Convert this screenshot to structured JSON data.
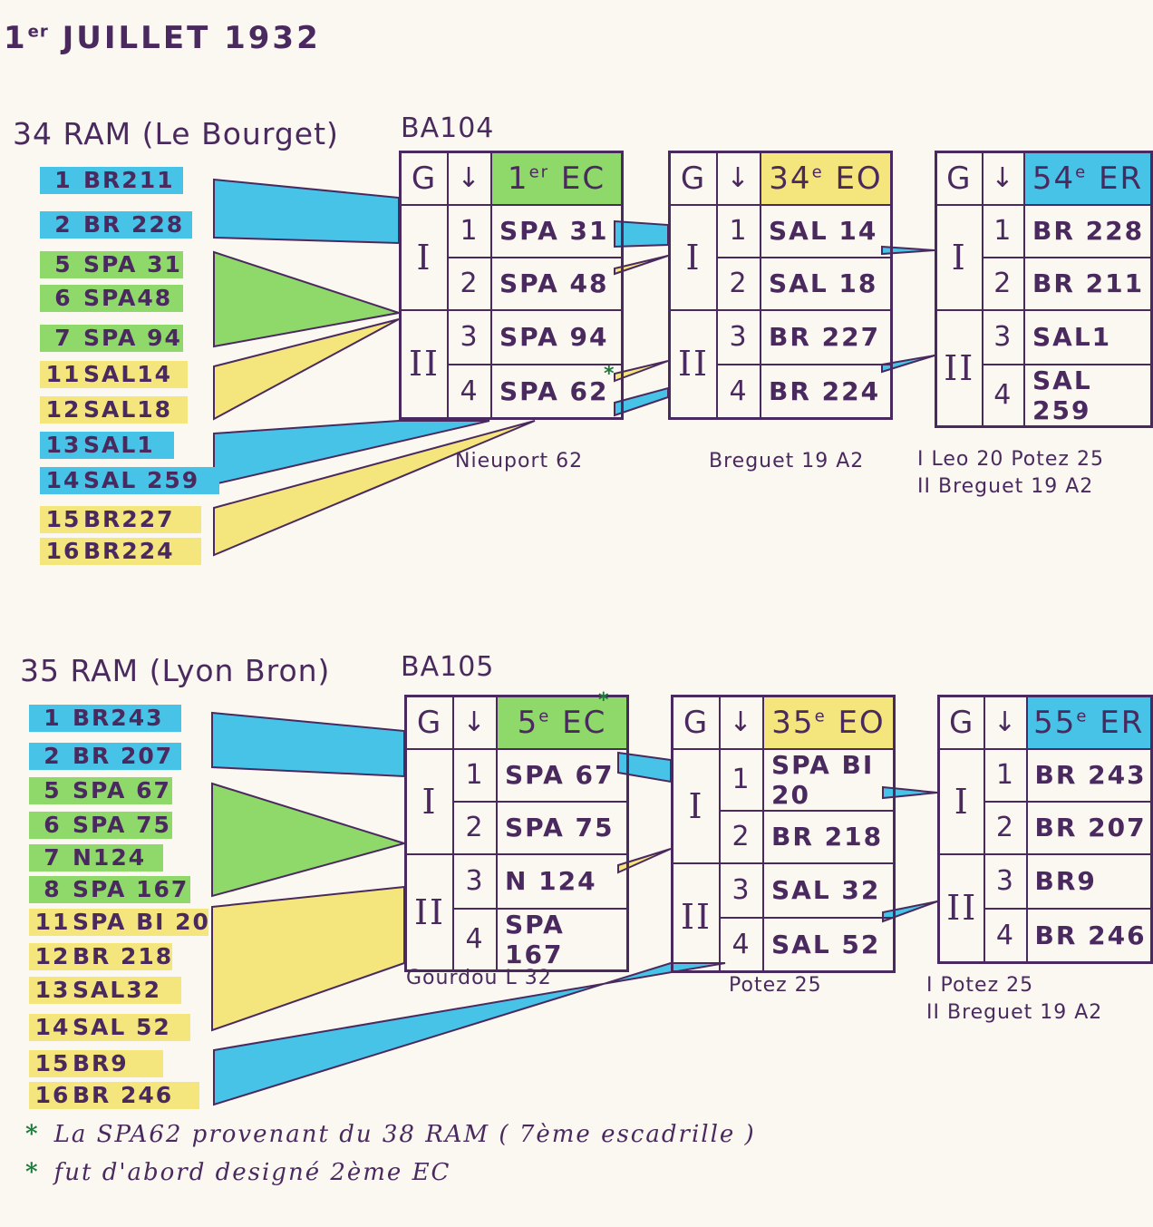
{
  "title": {
    "sup": "er",
    "num": "1",
    "text": "JUILLET 1932"
  },
  "colors": {
    "blue": "#46c3e6",
    "green": "#8fd86a",
    "yellow": "#f4e57c",
    "ink": "#4a2a5e",
    "star": "#1e7a3c"
  },
  "sections": [
    {
      "title": "34 RAM (Le Bourget)",
      "base": "BA104",
      "left": [
        {
          "num": "1",
          "name": "BR211",
          "color": "blue"
        },
        {
          "num": "2",
          "name": "BR 228",
          "color": "blue"
        },
        {
          "num": "5",
          "name": "SPA 31",
          "color": "green"
        },
        {
          "num": "6",
          "name": "SPA48",
          "color": "green"
        },
        {
          "num": "7",
          "name": "SPA 94",
          "color": "green"
        },
        {
          "num": "11",
          "name": "SAL14",
          "color": "yellow"
        },
        {
          "num": "12",
          "name": "SAL18",
          "color": "yellow"
        },
        {
          "num": "13",
          "name": "SAL1",
          "color": "blue"
        },
        {
          "num": "14",
          "name": "SAL 259",
          "color": "blue"
        },
        {
          "num": "15",
          "name": "BR227",
          "color": "yellow"
        },
        {
          "num": "16",
          "name": "BR224",
          "color": "yellow"
        }
      ],
      "tables": [
        {
          "g": "G",
          "arrow": "↓",
          "header": "EC",
          "header_num": "1",
          "header_sup": "er",
          "header_color": "green",
          "groups": [
            "I",
            "II"
          ],
          "rows": [
            {
              "n": "1",
              "label": "SPA 31"
            },
            {
              "n": "2",
              "label": "SPA 48"
            },
            {
              "n": "3",
              "label": "SPA 94"
            },
            {
              "n": "4",
              "label": "SPA 62"
            }
          ],
          "star": "*",
          "caption": [
            "Nieuport 62"
          ]
        },
        {
          "g": "G",
          "arrow": "↓",
          "header": "EO",
          "header_num": "34",
          "header_sup": "e",
          "header_color": "yellow",
          "groups": [
            "I",
            "II"
          ],
          "rows": [
            {
              "n": "1",
              "label": "SAL 14"
            },
            {
              "n": "2",
              "label": "SAL 18"
            },
            {
              "n": "3",
              "label": "BR 227"
            },
            {
              "n": "4",
              "label": "BR 224"
            }
          ],
          "caption": [
            "Breguet 19 A2"
          ]
        },
        {
          "g": "G",
          "arrow": "↓",
          "header": "ER",
          "header_num": "54",
          "header_sup": "e",
          "header_color": "blue",
          "groups": [
            "I",
            "II"
          ],
          "rows": [
            {
              "n": "1",
              "label": "BR 228"
            },
            {
              "n": "2",
              "label": "BR 211"
            },
            {
              "n": "3",
              "label": "SAL1"
            },
            {
              "n": "4",
              "label": "SAL 259"
            }
          ],
          "caption": [
            "I Leo 20   Potez 25",
            "II  Breguet 19 A2"
          ]
        }
      ]
    },
    {
      "title": "35 RAM (Lyon Bron)",
      "base": "BA105",
      "left": [
        {
          "num": "1",
          "name": "BR243",
          "color": "blue"
        },
        {
          "num": "2",
          "name": "BR 207",
          "color": "blue"
        },
        {
          "num": "5",
          "name": "SPA 67",
          "color": "green"
        },
        {
          "num": "6",
          "name": "SPA 75",
          "color": "green"
        },
        {
          "num": "7",
          "name": "N124",
          "color": "green"
        },
        {
          "num": "8",
          "name": "SPA 167",
          "color": "green"
        },
        {
          "num": "11",
          "name": "SPA BI 20",
          "color": "yellow"
        },
        {
          "num": "12",
          "name": "BR 218",
          "color": "yellow"
        },
        {
          "num": "13",
          "name": "SAL32",
          "color": "yellow"
        },
        {
          "num": "14",
          "name": "SAL 52",
          "color": "yellow"
        },
        {
          "num": "15",
          "name": "BR9",
          "color": "yellow"
        },
        {
          "num": "16",
          "name": "BR 246",
          "color": "yellow"
        }
      ],
      "tables": [
        {
          "g": "G",
          "arrow": "↓",
          "header": "EC",
          "header_num": "5",
          "header_sup": "e",
          "header_color": "green",
          "groups": [
            "I",
            "II"
          ],
          "rows": [
            {
              "n": "1",
              "label": "SPA 67"
            },
            {
              "n": "2",
              "label": "SPA 75"
            },
            {
              "n": "3",
              "label": "N 124"
            },
            {
              "n": "4",
              "label": "SPA 167"
            }
          ],
          "star": "*",
          "caption": [
            "Gourdou L 32"
          ]
        },
        {
          "g": "G",
          "arrow": "↓",
          "header": "EO",
          "header_num": "35",
          "header_sup": "e",
          "header_color": "yellow",
          "groups": [
            "I",
            "II"
          ],
          "rows": [
            {
              "n": "1",
              "label": "SPA BI 20"
            },
            {
              "n": "2",
              "label": "BR 218"
            },
            {
              "n": "3",
              "label": "SAL 32"
            },
            {
              "n": "4",
              "label": "SAL 52"
            }
          ],
          "caption": [
            "Potez 25"
          ]
        },
        {
          "g": "G",
          "arrow": "↓",
          "header": "ER",
          "header_num": "55",
          "header_sup": "e",
          "header_color": "blue",
          "groups": [
            "I",
            "II"
          ],
          "rows": [
            {
              "n": "1",
              "label": "BR 243"
            },
            {
              "n": "2",
              "label": "BR 207"
            },
            {
              "n": "3",
              "label": "BR9"
            },
            {
              "n": "4",
              "label": "BR 246"
            }
          ],
          "caption": [
            "I Potez 25",
            "II Breguet 19 A2"
          ]
        }
      ]
    }
  ],
  "footnotes": [
    {
      "star": "*",
      "text": "La SPA62 provenant du 38 RAM ( 7ème escadrille )"
    },
    {
      "star": "*",
      "text": "fut d'abord designé 2ème EC"
    }
  ]
}
